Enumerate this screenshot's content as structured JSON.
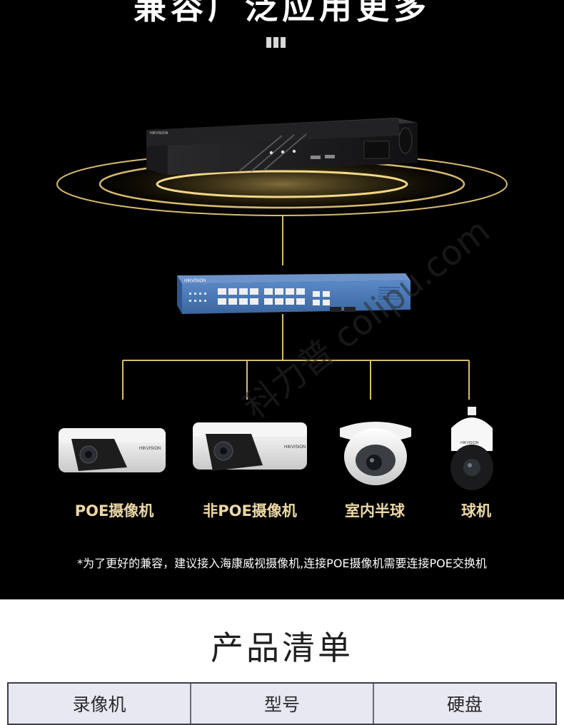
{
  "headline": "兼容广泛应用更多",
  "devices": {
    "recorder_brand": "HIKVISION",
    "switch_brand": "HIKVISION",
    "watermark": "科力普 colipu.com"
  },
  "cameras": [
    {
      "label": "POE摄像机",
      "brand": "HIKVISION"
    },
    {
      "label": "非POE摄像机",
      "brand": "HIKVISION"
    },
    {
      "label": "室内半球"
    },
    {
      "label": "球机",
      "brand": "HIKVISION"
    }
  ],
  "footnote": "*为了更好的兼容，建议接入海康威视摄像机,连接POE摄像机需要连接POE交换机",
  "product_list": {
    "title": "产品清单",
    "headers": [
      "录像机",
      "型号",
      "硬盘"
    ]
  },
  "colors": {
    "background": "#000000",
    "gold": "#d9bb6f",
    "label_text": "#ecd8a6",
    "switch_blue": "#4a78b8"
  }
}
